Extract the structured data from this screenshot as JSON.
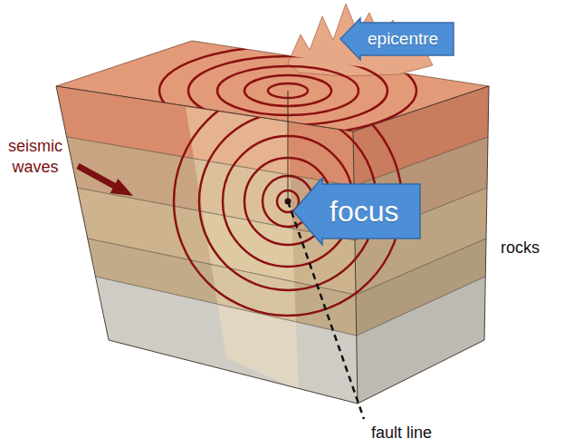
{
  "diagram": {
    "nodes": [
      {
        "text": [
          "epicentre"
        ]
      },
      {
        "text": [
          "focus"
        ]
      }
    ],
    "labels": [
      "seismic waves",
      "rocks",
      "fault line"
    ]
  }
}
